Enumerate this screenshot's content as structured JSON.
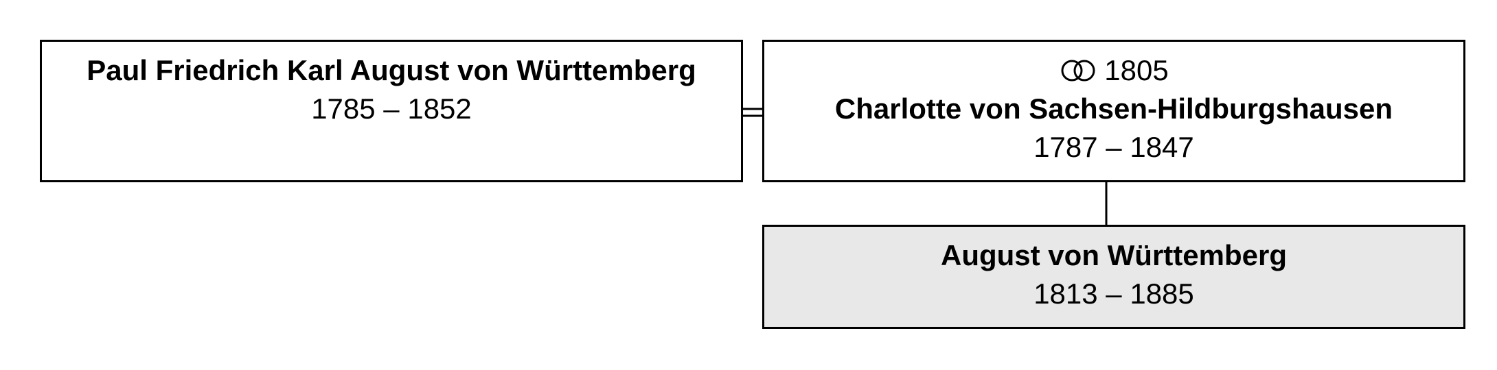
{
  "persons": {
    "father": {
      "name": "Paul Friedrich Karl August von Württemberg",
      "dates": "1785 – 1852"
    },
    "mother": {
      "marriage_year": "1805",
      "marriage_icon": "wedding-rings-icon",
      "name": "Charlotte von Sachsen-Hildburgshausen",
      "dates": "1787 – 1847"
    },
    "child": {
      "name": "August von Württemberg",
      "dates": "1813 – 1885"
    }
  },
  "colors": {
    "border": "#000000",
    "box_background": "#ffffff",
    "highlight_background": "#e8e8e8"
  }
}
